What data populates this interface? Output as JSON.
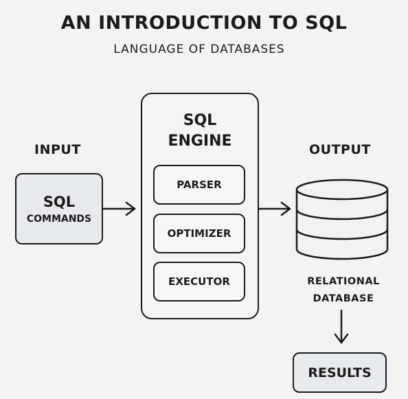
{
  "header": {
    "title": "AN INTRODUCTION TO SQL",
    "subtitle": "LANGUAGE OF DATABASES"
  },
  "input": {
    "heading": "INPUT",
    "line1": "SQL",
    "line2": "COMMANDS"
  },
  "engine": {
    "line1": "SQL",
    "line2": "ENGINE",
    "components": [
      "PARSER",
      "OPTIMIZER",
      "EXECUTOR"
    ]
  },
  "output": {
    "heading": "OUTPUT",
    "db_line1": "RELATIONAL",
    "db_line2": "DATABASE",
    "results": "RESULTS"
  },
  "colors": {
    "background": "#f3f3f1",
    "stroke": "#1a1a1a",
    "input_fill": "#e8ebee",
    "database_fill": "#f1f2f4"
  },
  "icons": [
    "database-cylinder-icon",
    "arrow-right-icon",
    "arrow-down-icon"
  ]
}
